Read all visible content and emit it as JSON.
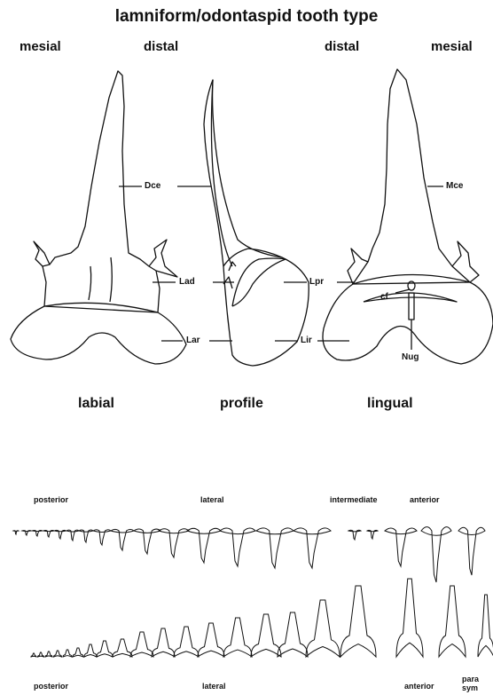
{
  "title": "lamniform/odontaspid tooth type",
  "directions": {
    "left_mesial": "mesial",
    "left_distal": "distal",
    "right_distal": "distal",
    "right_mesial": "mesial"
  },
  "views": {
    "labial": "labial",
    "profile": "profile",
    "lingual": "lingual"
  },
  "abbreviations": {
    "dce": "Dce",
    "mce": "Mce",
    "lad": "Lad",
    "lpr": "Lpr",
    "cf": "cf",
    "lar": "Lar",
    "lir": "Lir",
    "nug": "Nug"
  },
  "dentition": {
    "upper": {
      "posterior": "posterior",
      "lateral": "lateral",
      "intermediate": "intermediate",
      "anterior": "anterior"
    },
    "lower": {
      "posterior": "posterior",
      "lateral": "lateral",
      "anterior": "anterior",
      "parasymphyseal_1": "para",
      "parasymphyseal_2": "sym"
    }
  },
  "colors": {
    "ink": "#111111",
    "paper": "#ffffff"
  }
}
